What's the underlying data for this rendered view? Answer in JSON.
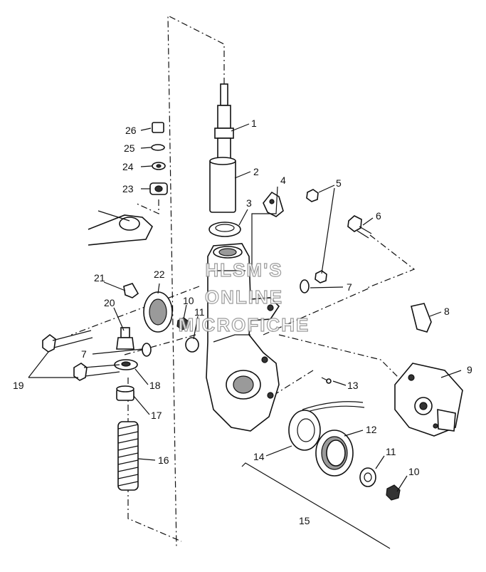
{
  "callouts": {
    "c1": "1",
    "c2": "2",
    "c3": "3",
    "c4": "4",
    "c5": "5",
    "c6": "6",
    "c7a": "7",
    "c7b": "7",
    "c8": "8",
    "c9": "9",
    "c10a": "10",
    "c10b": "10",
    "c11a": "11",
    "c11b": "11",
    "c12": "12",
    "c13": "13",
    "c14": "14",
    "c15": "15",
    "c16": "16",
    "c17": "17",
    "c18": "18",
    "c19": "19",
    "c20": "20",
    "c21": "21",
    "c22": "22",
    "c23": "23",
    "c24": "24",
    "c25": "25",
    "c26": "26"
  },
  "watermark": {
    "line1": "HLSM'S",
    "line2": "ONLINE",
    "line3": "MICROFICHE"
  }
}
